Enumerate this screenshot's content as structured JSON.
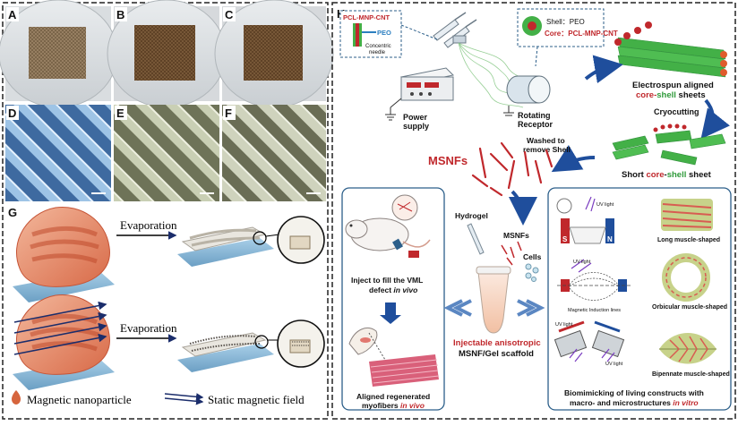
{
  "left_panel": {
    "panel_labels": {
      "a": "A",
      "b": "B",
      "c": "C",
      "d": "D",
      "e": "E",
      "f": "F",
      "g": "G"
    },
    "evaporation_1": "Evaporation",
    "evaporation_2": "Evaporation",
    "legend_particle": "Magnetic nanoparticle",
    "legend_field": "Static magnetic field"
  },
  "right_panel": {
    "panel_label": "H",
    "needle_label_top": "PCL-MNP-CNT",
    "needle_label_peo": "PEO",
    "needle_caption_1": "Concentric",
    "needle_caption_2": "needle",
    "shell_prefix": "Shell：",
    "shell_value": "PEO",
    "core_prefix": "Core：",
    "core_value": "PCL-MNP-CNT",
    "power_supply_1": "Power",
    "power_supply_2": "supply",
    "receptor_1": "Rotating",
    "receptor_2": "Receptor",
    "aligned_1": "Electrospun aligned",
    "aligned_2_a": "core-",
    "aligned_2_b": "shell",
    "aligned_2_c": " sheets",
    "cryocutting": "Cryocutting",
    "short_a": "Short ",
    "short_b": "core",
    "short_c": "-",
    "short_d": "shell",
    "short_e": " sheet",
    "washed_1": "Washed to",
    "washed_2": "remove Shell",
    "msnfs": "MSNFs",
    "hydrogel": "Hydrogel",
    "msnfs_small": "MSNFs",
    "cells": "Cells",
    "injectable_1": "Injectable anisotropic",
    "injectable_2": "MSNF/Gel scaffold",
    "inject_1": "Inject to fill the VML",
    "inject_2_a": "defect ",
    "inject_2_b": "in vivo",
    "aligned_regen_1": "Aligned regenerated",
    "aligned_regen_2_a": "myofibers ",
    "aligned_regen_2_b": "in vivo",
    "uv_light_1": "UV light",
    "uv_light_2": "UV light",
    "uv_light_3": "UV light",
    "uv_light_4": "UV light",
    "magnet_s": "S",
    "magnet_n": "N",
    "magnetic_lines": "Magnetic Induction lines",
    "long_muscle": "Long muscle-shaped",
    "orbicular_muscle": "Orbicular muscle-shaped",
    "bipennate_muscle": "Bipennate muscle-shaped",
    "biomimic_1": "Biomimicking of living constructs with",
    "biomimic_2_a": "macro- and microstructures ",
    "biomimic_2_b": "in vitro"
  },
  "colors": {
    "frame": "#222222",
    "blue_box": "#2c5f8a",
    "red_text": "#c0282c",
    "green_fiber": "#43b047",
    "arrow_blue": "#1f4e9c"
  }
}
